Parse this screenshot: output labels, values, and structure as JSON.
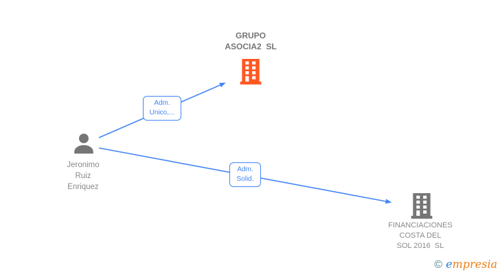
{
  "diagram": {
    "background": "#ffffff",
    "nodes": {
      "person": {
        "label": "Jeronimo\nRuiz\nEnriquez",
        "icon": "person-icon",
        "icon_color": "#757575",
        "label_color": "#8a8a8a"
      },
      "grupo_asocia2": {
        "label": "GRUPO\nASOCIA2  SL",
        "icon": "building-icon",
        "icon_color": "#FF5722",
        "label_color": "#757575"
      },
      "financiaciones": {
        "label": "FINANCIACIONES\nCOSTA DEL\nSOL 2016  SL",
        "icon": "building-icon",
        "icon_color": "#757575",
        "label_color": "#8a8a8a"
      }
    },
    "edges": [
      {
        "from": "person",
        "to": "grupo_asocia2",
        "label": "Adm.\nUnico,...",
        "color": "#4285F4"
      },
      {
        "from": "person",
        "to": "financiaciones",
        "label": "Adm.\nSolid.",
        "color": "#4285F4"
      }
    ]
  },
  "watermark": {
    "symbol": "©",
    "brand_first_letter": "e",
    "brand_rest": "mpresia",
    "symbol_color": "#4d8194",
    "first_letter_color": "#2a7fd4",
    "rest_color": "#ee7d11"
  }
}
